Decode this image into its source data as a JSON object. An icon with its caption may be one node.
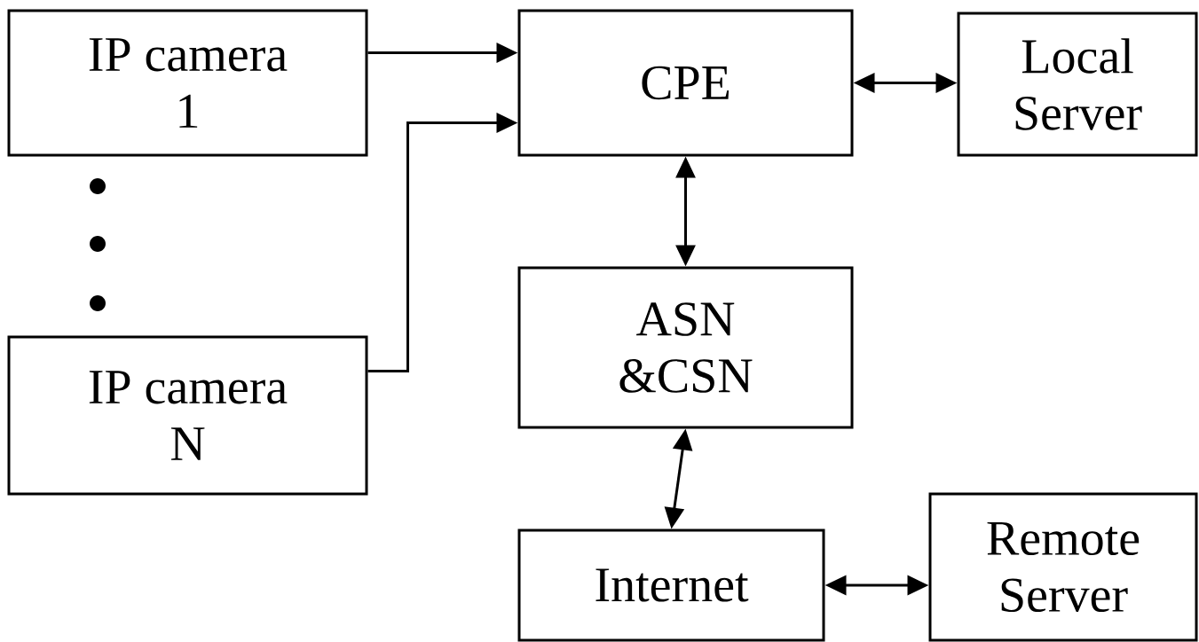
{
  "diagram": {
    "nodes": [
      {
        "text": [
          "IP camera 1"
        ]
      },
      {
        "text": [
          "IP camera N"
        ]
      },
      {
        "text": [
          "CPE"
        ]
      },
      {
        "text": [
          "Local Server"
        ]
      },
      {
        "text": [
          "ASN &CSN"
        ]
      },
      {
        "text": [
          "Internet"
        ]
      },
      {
        "text": [
          "Remote Server"
        ]
      }
    ],
    "edges": [
      {
        "from": 0,
        "to": 2,
        "arrow": "to"
      },
      {
        "from": 1,
        "to": 2,
        "arrow": "to"
      },
      {
        "from": 2,
        "to": 3,
        "arrow": "both"
      },
      {
        "from": 2,
        "to": 4,
        "arrow": "both"
      },
      {
        "from": 4,
        "to": 5,
        "arrow": "both"
      },
      {
        "from": 5,
        "to": 6,
        "arrow": "both"
      }
    ]
  }
}
